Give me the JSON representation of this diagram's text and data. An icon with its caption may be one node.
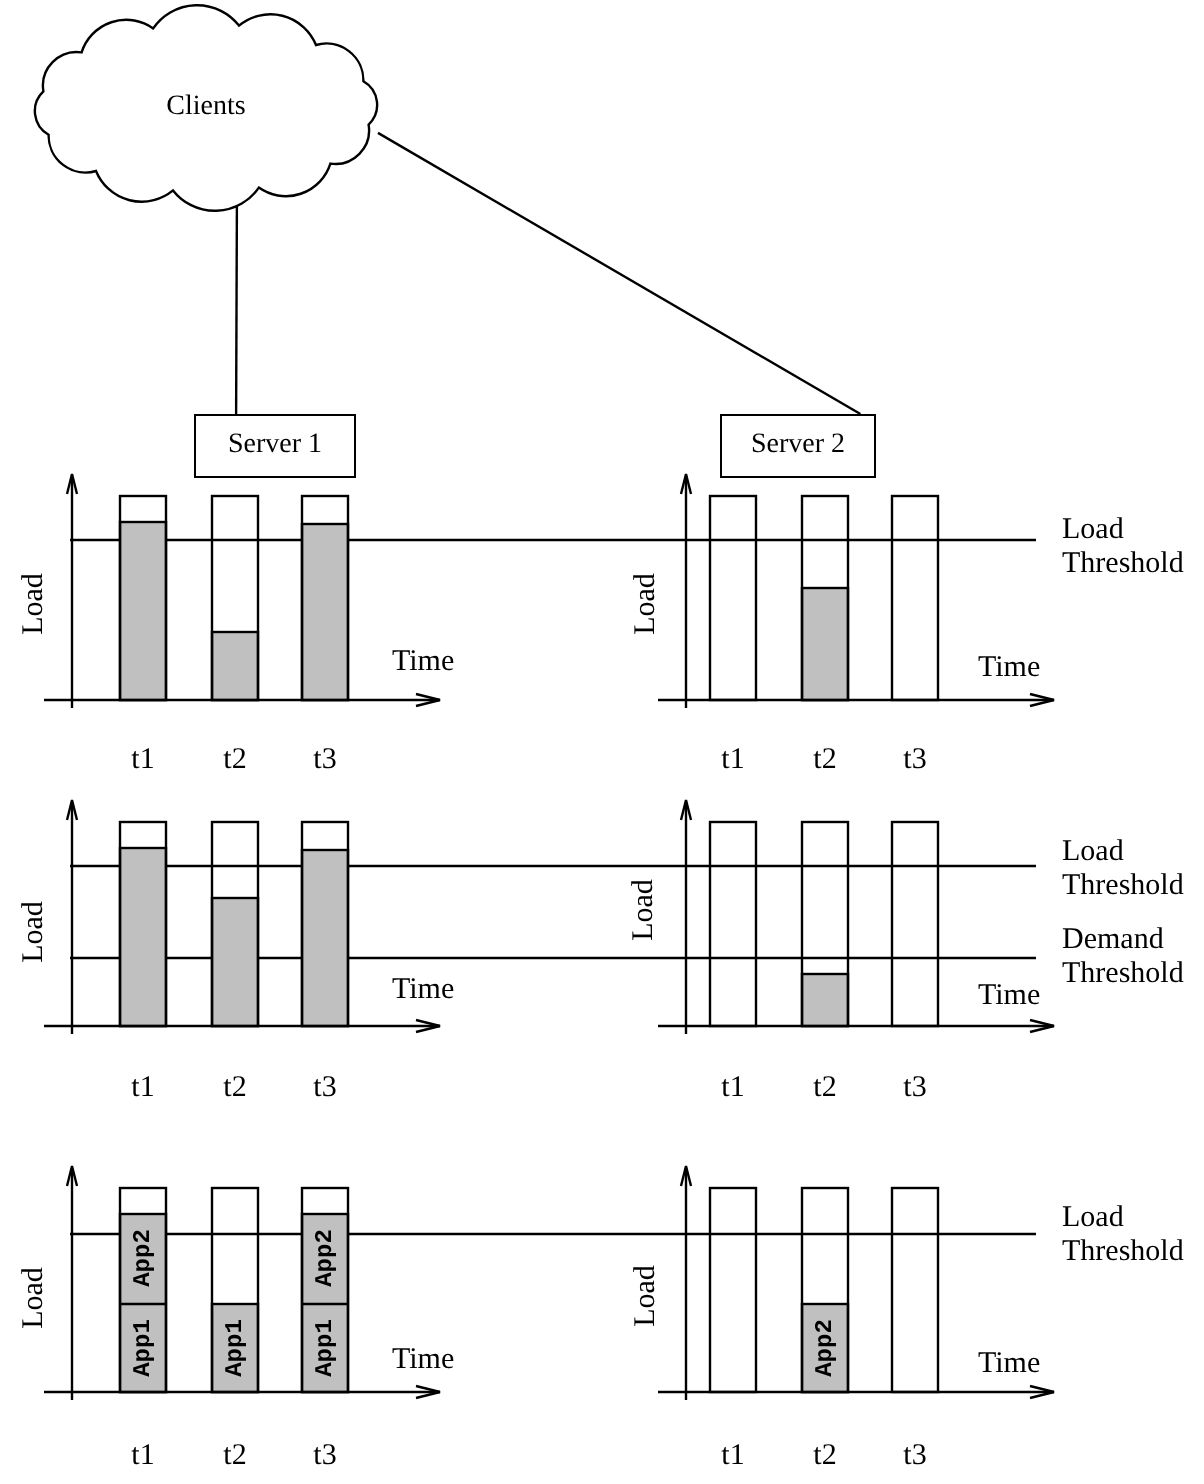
{
  "diagram": {
    "nodes": [
      {
        "text": [
          "Clients"
        ]
      },
      {
        "text": [
          "Server 1"
        ]
      },
      {
        "text": [
          "Server 2"
        ]
      }
    ],
    "edges": [
      {
        "from": 0,
        "to": 1,
        "arrow": "none"
      },
      {
        "from": 0,
        "to": 2,
        "arrow": "none"
      }
    ],
    "labels": [
      "Load Threshold",
      "Load",
      "Load",
      "Time",
      "Time",
      "t1",
      "t2",
      "t3",
      "t1",
      "t2",
      "t3",
      "Load Threshold",
      "Load",
      "Load",
      "Demand Threshold",
      "Time",
      "Time",
      "t1",
      "t2",
      "t3",
      "t1",
      "t2",
      "t3",
      "App2",
      "App2",
      "Load Threshold",
      "Load",
      "Load",
      "App1",
      "App1",
      "App1",
      "App2",
      "Time",
      "Time",
      "t1",
      "t2",
      "t3",
      "t1",
      "t2",
      "t3"
    ]
  }
}
